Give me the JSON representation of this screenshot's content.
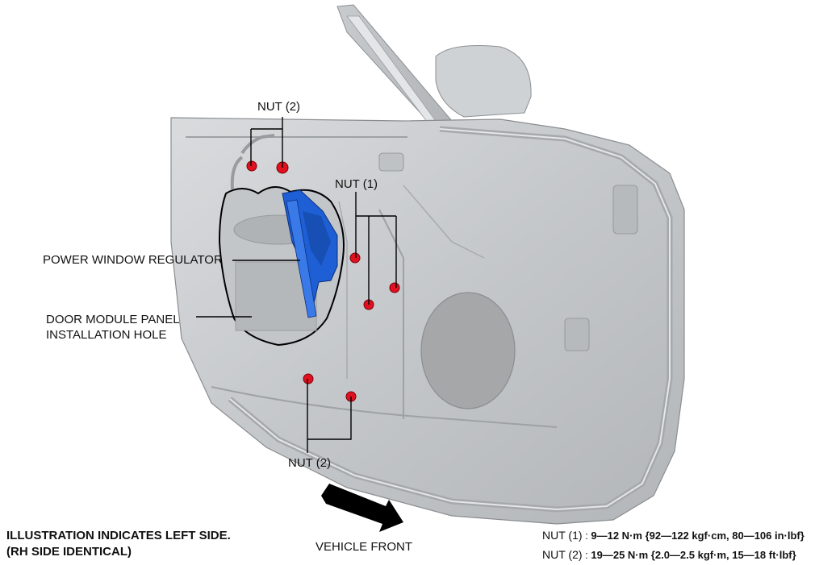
{
  "callouts": {
    "nut2_top": "NUT (2)",
    "nut1": "NUT (1)",
    "regulator": "POWER WINDOW REGULATOR",
    "install_hole_line1": "DOOR MODULE PANEL",
    "install_hole_line2": "INSTALLATION HOLE",
    "nut2_bottom": "NUT (2)"
  },
  "direction": {
    "label": "VEHICLE FRONT"
  },
  "note": {
    "line1": "ILLUSTRATION INDICATES LEFT SIDE.",
    "line2": "(RH SIDE IDENTICAL)"
  },
  "torque_specs": [
    {
      "name": "NUT (1)",
      "sep": " : ",
      "value": "9—12 N·m {92—122 kgf·cm, 80—106 in·lbf}"
    },
    {
      "name": "NUT (2)",
      "sep": " : ",
      "value": "19—25 N·m {2.0—2.5 kgf·m, 15—18 ft·lbf}"
    }
  ],
  "colors": {
    "regulator": "#1e5fd6",
    "nut": "#e01020",
    "door_panel": "#c9cccf",
    "outline": "#000000"
  }
}
